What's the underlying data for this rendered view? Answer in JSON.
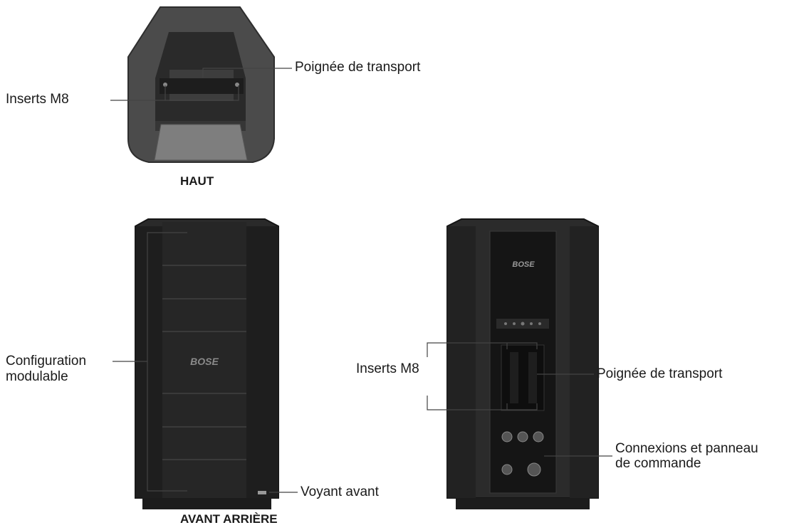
{
  "top_view": {
    "caption": "HAUT",
    "labels": {
      "handle": "Poignée de transport",
      "inserts": "Inserts M8"
    }
  },
  "front_view": {
    "labels": {
      "config_line1": "Configuration",
      "config_line2": "modulable",
      "front_light": "Voyant avant"
    },
    "logo": "BOSE"
  },
  "rear_view": {
    "labels": {
      "inserts": "Inserts M8",
      "handle": "Poignée de transport",
      "connections_line1": "Connexions et panneau",
      "connections_line2": "de commande"
    },
    "logo": "BOSE"
  },
  "bottom_caption": "AVANT ARRIÈRE",
  "colors": {
    "speaker_body": "#2b2b2b",
    "speaker_dark": "#1a1a1a",
    "top_body": "#4a4a4a",
    "line": "#444444"
  }
}
